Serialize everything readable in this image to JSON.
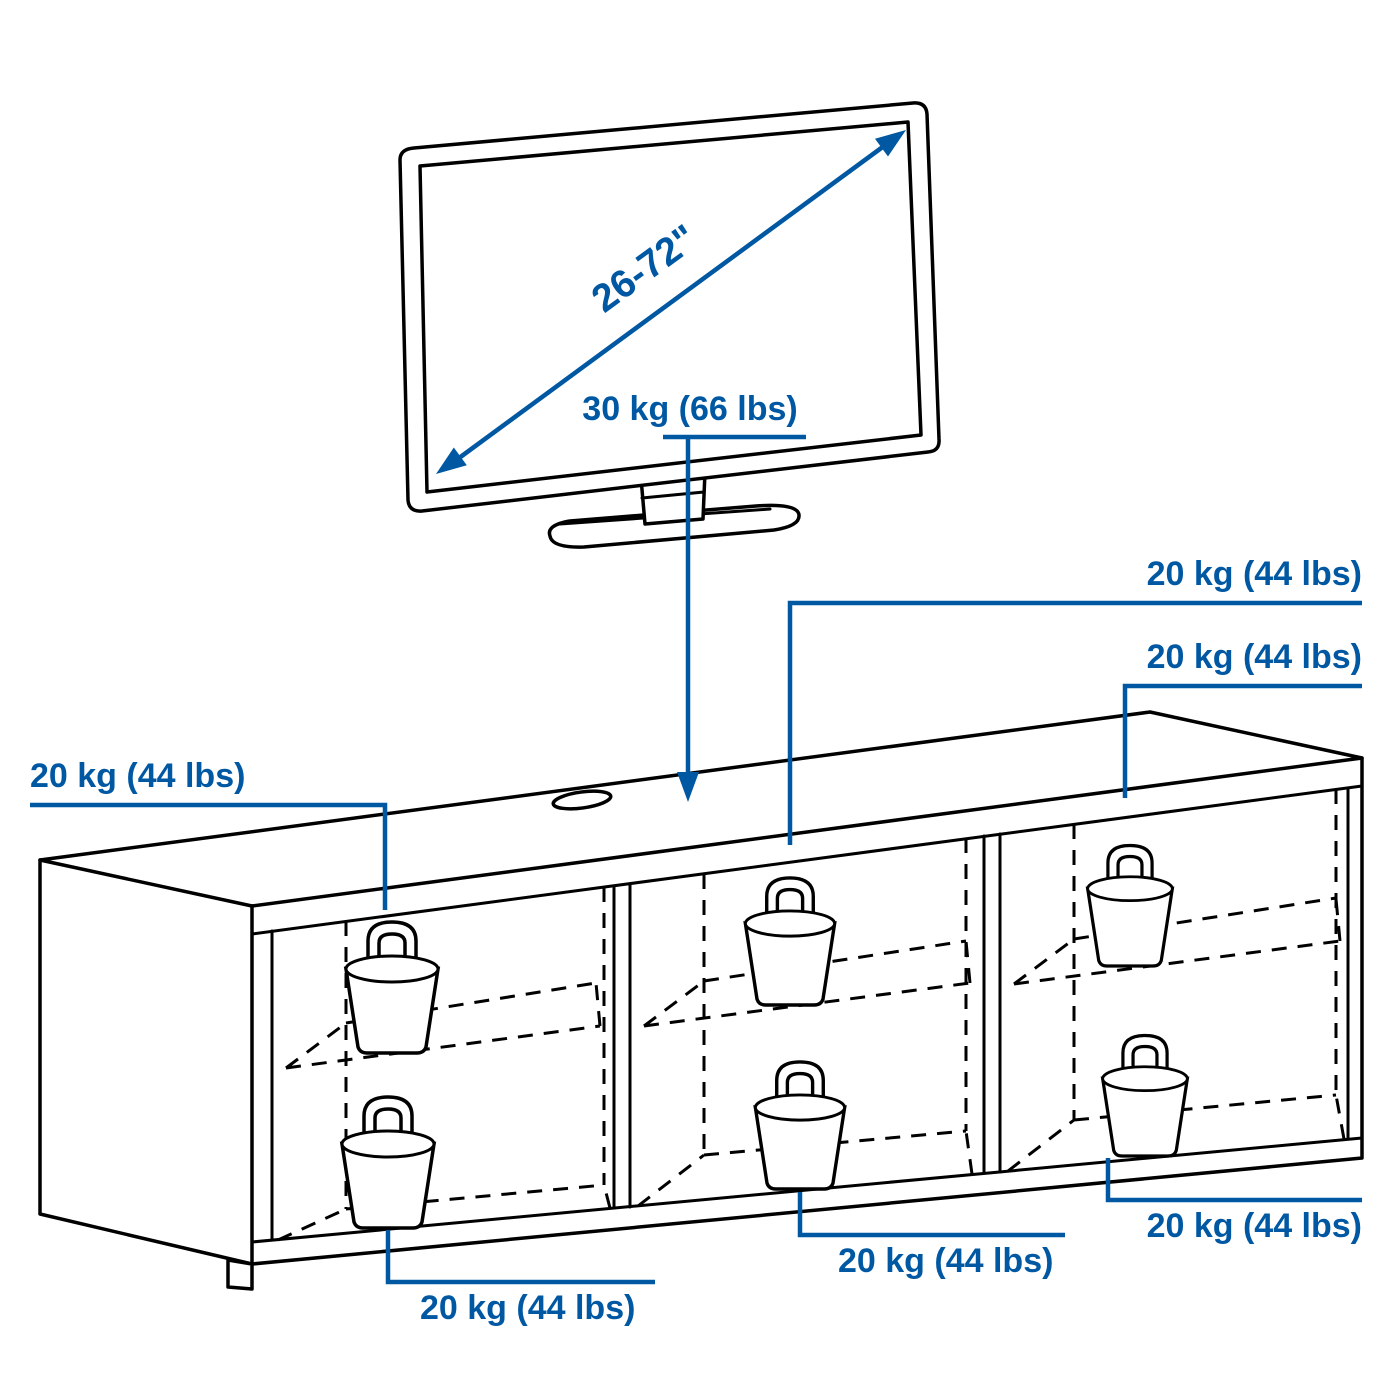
{
  "diagram": {
    "kind": "product-load-diagram",
    "tv": {
      "size_range_label": "26-72\"",
      "max_load_label": "30 kg (66 lbs)"
    },
    "bench": {
      "load_labels": {
        "left_top": "20 kg (44 lbs)",
        "left_bottom": "20 kg (44 lbs)",
        "middle_top": "20 kg (44 lbs)",
        "middle_bottom": "20 kg (44 lbs)",
        "right_top": "20 kg (44 lbs)",
        "right_bottom": "20 kg (44 lbs)"
      }
    },
    "icons": {
      "weight": "weight-icon",
      "diagonal": "double-headed-arrow-icon",
      "down": "down-arrow-icon"
    },
    "colors": {
      "outline": "#000000",
      "annotation": "#0058a3",
      "background": "#ffffff"
    }
  }
}
